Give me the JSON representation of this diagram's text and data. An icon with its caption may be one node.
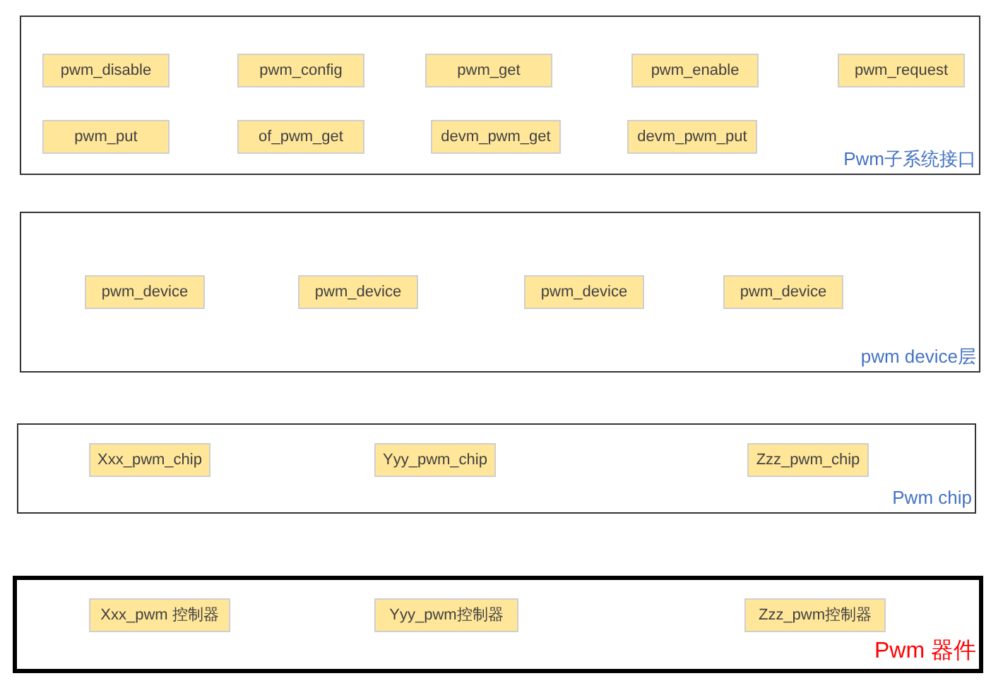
{
  "diagram": {
    "nodes": [
      {
        "text": [
          "Pwm子系统接口"
        ]
      },
      {
        "text": [
          "pwm_disable"
        ],
        "in": 0
      },
      {
        "text": [
          "pwm_config"
        ],
        "in": 0
      },
      {
        "text": [
          "pwm_get"
        ],
        "in": 0
      },
      {
        "text": [
          "pwm_enable"
        ],
        "in": 0
      },
      {
        "text": [
          "pwm_request"
        ],
        "in": 0
      },
      {
        "text": [
          "pwm_put"
        ],
        "in": 0
      },
      {
        "text": [
          "of_pwm_get"
        ],
        "in": 0
      },
      {
        "text": [
          "devm_pwm_get"
        ],
        "in": 0
      },
      {
        "text": [
          "devm_pwm_put"
        ],
        "in": 0
      },
      {
        "text": [
          "pwm device层"
        ]
      },
      {
        "text": [
          "pwm_device"
        ],
        "in": 10
      },
      {
        "text": [
          "pwm_device"
        ],
        "in": 10
      },
      {
        "text": [
          "pwm_device"
        ],
        "in": 10
      },
      {
        "text": [
          "pwm_device"
        ],
        "in": 10
      },
      {
        "text": [
          "Pwm chip"
        ]
      },
      {
        "text": [
          "Xxx_pwm_chip"
        ],
        "in": 15
      },
      {
        "text": [
          "Yyy_pwm_chip"
        ],
        "in": 15
      },
      {
        "text": [
          "Zzz_pwm_chip"
        ],
        "in": 15
      },
      {
        "text": [
          "Pwm 器件"
        ]
      },
      {
        "text": [
          "Xxx_pwm 控制器"
        ],
        "in": 19
      },
      {
        "text": [
          "Yyy_pwm控制器"
        ],
        "in": 19
      },
      {
        "text": [
          "Zzz_pwm控制器"
        ],
        "in": 19
      }
    ]
  }
}
